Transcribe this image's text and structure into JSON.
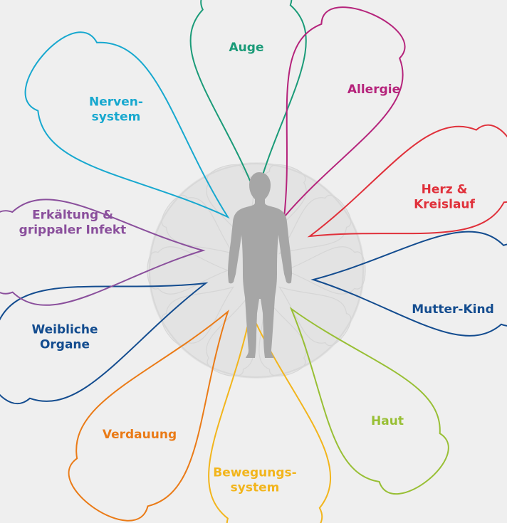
{
  "figure": {
    "name": "human-body-silhouette"
  },
  "petals": [
    {
      "id": "auge",
      "lines": [
        "Auge"
      ],
      "color": "#1a9b78"
    },
    {
      "id": "allergie",
      "lines": [
        "Allergie"
      ],
      "color": "#b5237b"
    },
    {
      "id": "herz",
      "lines": [
        "Herz &",
        "Kreislauf"
      ],
      "color": "#e0303a"
    },
    {
      "id": "mutter-kind",
      "lines": [
        "Mutter-Kind"
      ],
      "color": "#134c8f"
    },
    {
      "id": "haut",
      "lines": [
        "Haut"
      ],
      "color": "#98bf34"
    },
    {
      "id": "bewegung",
      "lines": [
        "Bewegungs-",
        "system"
      ],
      "color": "#f2b51c"
    },
    {
      "id": "verdauung",
      "lines": [
        "Verdauung"
      ],
      "color": "#ea7b17"
    },
    {
      "id": "weibliche",
      "lines": [
        "Weibliche",
        "Organe"
      ],
      "color": "#134c8f"
    },
    {
      "id": "erkaeltung",
      "lines": [
        "Erkältung &",
        "grippaler Infekt"
      ],
      "color": "#8a4f9c"
    },
    {
      "id": "nervensystem",
      "lines": [
        "Nerven-",
        "system"
      ],
      "color": "#17a8cf"
    }
  ]
}
